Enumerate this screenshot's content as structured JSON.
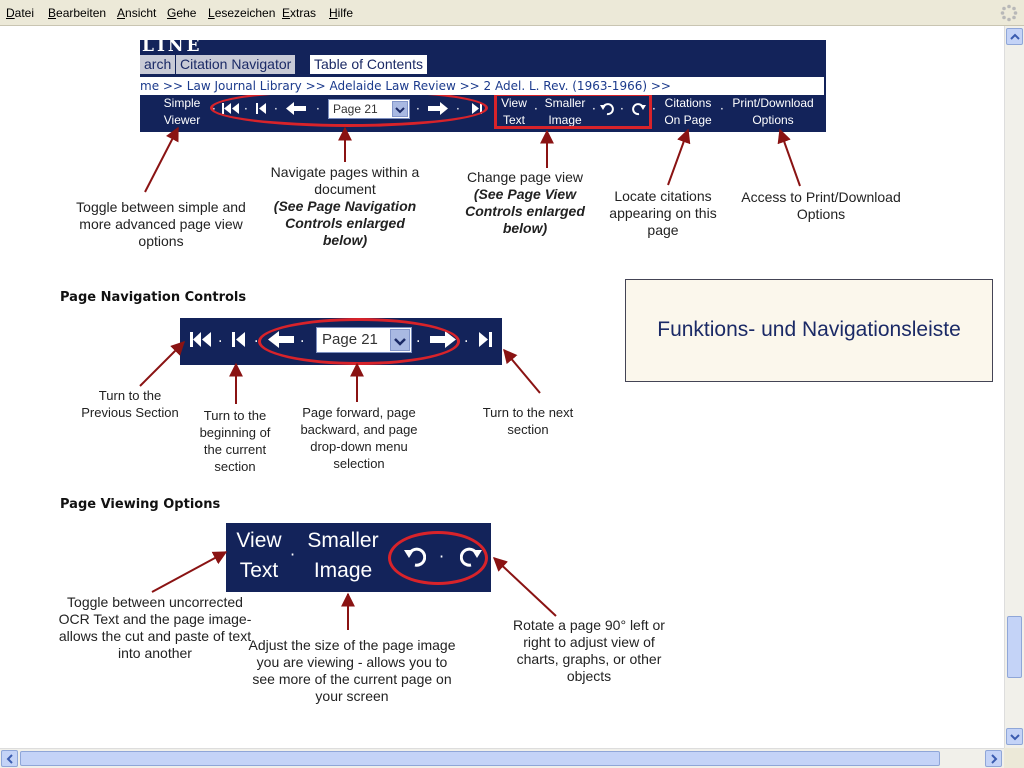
{
  "menubar": {
    "items": [
      "Datei",
      "Bearbeiten",
      "Ansicht",
      "Gehe",
      "Lesezeichen",
      "Extras",
      "Hilfe"
    ]
  },
  "header": {
    "logo": "LINE",
    "tabs": [
      "arch",
      "Citation Navigator",
      "Table of Contents"
    ],
    "breadcrumb": "me >> Law Journal Library >> Adelaide Law Review >> 2 Adel. L. Rev. (1963-1966) >>",
    "toolbar": {
      "simple_viewer": [
        "Simple",
        "Viewer"
      ],
      "page_select": "Page 21",
      "view_text": [
        "View",
        "Text"
      ],
      "smaller_image": [
        "Smaller",
        "Image"
      ],
      "citations": [
        "Citations",
        "On Page"
      ],
      "print_download": [
        "Print/Download",
        "Options"
      ]
    }
  },
  "captions": {
    "simple_viewer": "Toggle between simple and more advanced page view options",
    "navigate_1": "Navigate pages within a document",
    "navigate_2": "(See Page Navigation Controls enlarged below)",
    "change_view_1": "Change page view",
    "change_view_2": "(See Page View Controls enlarged below)",
    "citations": "Locate citations appearing on this page",
    "print": "Access to Print/Download Options"
  },
  "sections": {
    "nav_title": "Page Navigation Controls",
    "view_title": "Page Viewing Options"
  },
  "nav": {
    "page_select": "Page 21",
    "prev_section": "Turn to the Previous Section",
    "beginning": "Turn to the beginning of the current section",
    "forward_back": "Page forward, page backward, and page drop-down menu selection",
    "next_section": "Turn to the next section"
  },
  "view": {
    "view_text": [
      "View",
      "Text"
    ],
    "smaller_image": [
      "Smaller",
      "Image"
    ],
    "toggle_ocr": "Toggle between uncorrected OCR Text and the page image-allows the cut and paste of text into another",
    "adjust_size": "Adjust the size of the page image you are viewing - allows you to see more of the current page on your screen",
    "rotate": "Rotate a page 90° left or right to adjust view of charts, graphs, or other objects"
  },
  "callout": "Funktions- und Navigationsleiste",
  "colors": {
    "navy": "#13235a",
    "red": "#d8232a",
    "chrome": "#ece9d8"
  }
}
